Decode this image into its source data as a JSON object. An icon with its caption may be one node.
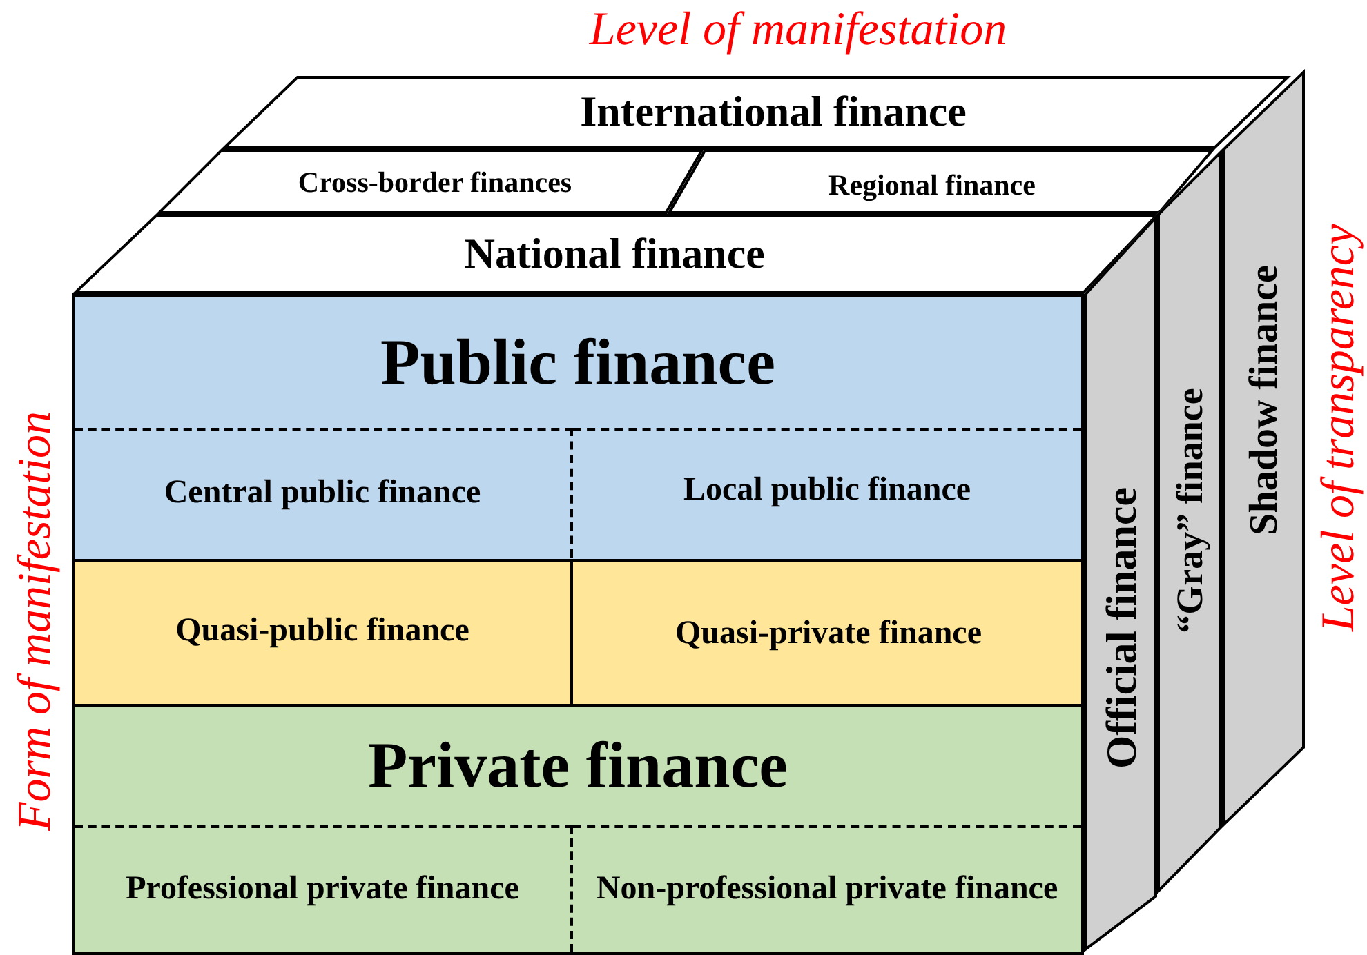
{
  "diagram": {
    "nodes": [
      {
        "text": [
          "International finance"
        ]
      },
      {
        "text": [
          "Cross-border finances"
        ]
      },
      {
        "text": [
          "Regional finance"
        ]
      },
      {
        "text": [
          "National finance"
        ]
      },
      {
        "text": [
          "Public finance"
        ]
      },
      {
        "text": [
          "Central public finance"
        ],
        "in": 4
      },
      {
        "text": [
          "Local public finance"
        ],
        "in": 4
      },
      {
        "text": [
          "Quasi-public finance"
        ]
      },
      {
        "text": [
          "Quasi-private finance"
        ]
      },
      {
        "text": [
          "Private finance"
        ]
      },
      {
        "text": [
          "Professional private finance"
        ],
        "in": 9
      },
      {
        "text": [
          "Non-professional private finance"
        ],
        "in": 9
      },
      {
        "text": [
          "Official finance"
        ]
      },
      {
        "text": [
          "“Gray” finance"
        ]
      },
      {
        "text": [
          "Shadow finance"
        ]
      }
    ],
    "labels": [
      "Level of manifestation",
      "Form of manifestation",
      "Level of transparency"
    ]
  }
}
